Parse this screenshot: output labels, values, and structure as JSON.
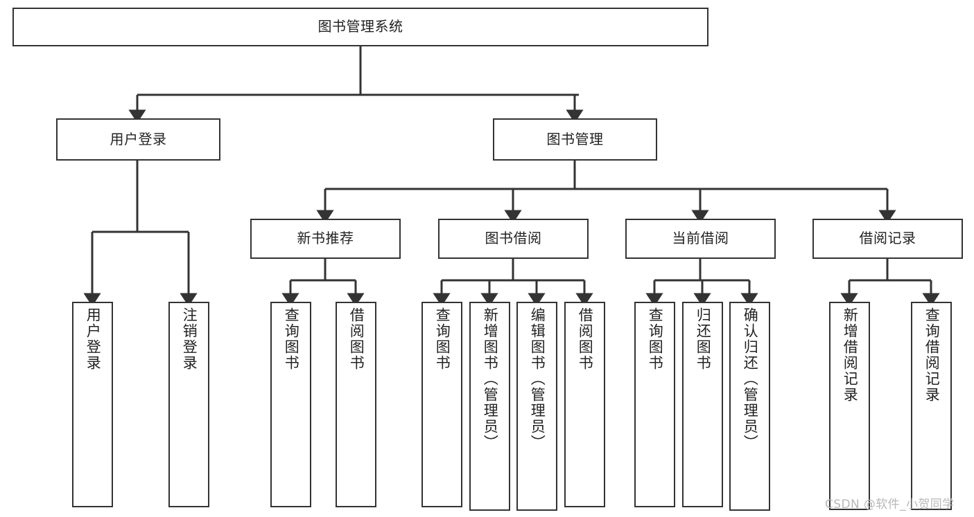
{
  "diagram": {
    "title": "图书管理系统",
    "type": "hierarchy-tree",
    "watermark": "CSDN @软件_小贺同学",
    "colors": {
      "box_border": "#333333",
      "box_fill": "#ffffff",
      "connector": "#333333",
      "text": "#222222",
      "watermark": "#b8b8b8",
      "background": "#ffffff"
    },
    "nodes": {
      "root": {
        "label": "图书管理系统"
      },
      "level2": [
        {
          "label": "用户登录"
        },
        {
          "label": "图书管理"
        }
      ],
      "level3": [
        {
          "label": "新书推荐"
        },
        {
          "label": "图书借阅"
        },
        {
          "label": "当前借阅"
        },
        {
          "label": "借阅记录"
        }
      ],
      "leaves": {
        "user_login": [
          {
            "label": "用户登录"
          },
          {
            "label": "注销登录"
          }
        ],
        "new_book_recommend": [
          {
            "label": "查询图书"
          },
          {
            "label": "借阅图书"
          }
        ],
        "book_borrow": [
          {
            "label": "查询图书"
          },
          {
            "label": "新增图书（管理员）"
          },
          {
            "label": "编辑图书（管理员）"
          },
          {
            "label": "借阅图书"
          }
        ],
        "current_borrow": [
          {
            "label": "查询图书"
          },
          {
            "label": "归还图书"
          },
          {
            "label": "确认归还（管理员）"
          }
        ],
        "borrow_record": [
          {
            "label": "新增借阅记录"
          },
          {
            "label": "查询借阅记录"
          }
        ]
      }
    }
  }
}
